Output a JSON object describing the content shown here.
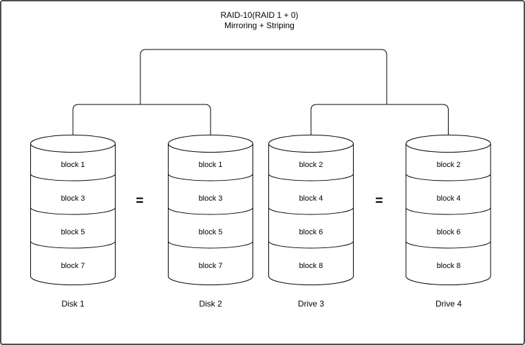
{
  "page": {
    "background_color": "#ffffff",
    "border_color": "#4d4d4d",
    "line_color": "#000000",
    "text_color": "#000000"
  },
  "title": {
    "line1": "RAID-10(RAID 1 + 0)",
    "line2": "Mirroring + Striping"
  },
  "equals_sign": "=",
  "disks": [
    {
      "name": "Disk 1",
      "blocks": [
        "block 1",
        "block 3",
        "block 5",
        "block 7"
      ]
    },
    {
      "name": "Disk 2",
      "blocks": [
        "block 1",
        "block 3",
        "block 5",
        "block 7"
      ]
    },
    {
      "name": "Drive 3",
      "blocks": [
        "block 2",
        "block 4",
        "block 6",
        "block 8"
      ]
    },
    {
      "name": "Drive 4",
      "blocks": [
        "block 2",
        "block 4",
        "block 6",
        "block 8"
      ]
    }
  ]
}
